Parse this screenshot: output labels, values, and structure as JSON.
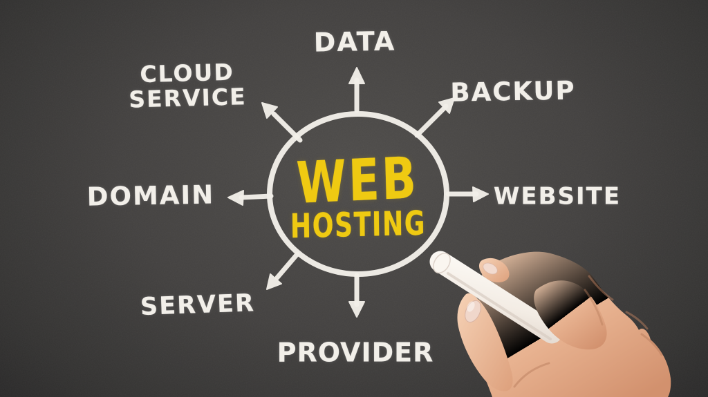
{
  "diagram": {
    "title": "Web hosting mind map hand-drawn on a dark chalkboard",
    "type": "mindmap",
    "center": {
      "line1": "WEB",
      "line2": "HOSTING"
    },
    "nodes": {
      "data": {
        "label": "DATA",
        "direction": "up"
      },
      "backup": {
        "label": "BACKUP",
        "direction": "up-right"
      },
      "website": {
        "label": "WEBSITE",
        "direction": "right"
      },
      "provider": {
        "label": "PROVIDER",
        "direction": "down"
      },
      "server": {
        "label": "SERVER",
        "direction": "down-left"
      },
      "domain": {
        "label": "DOMAIN",
        "direction": "left"
      },
      "cloud_service": {
        "label": "CLOUD\nSERVICE",
        "direction": "up-left"
      }
    },
    "colors": {
      "background_center": "#4e4c4a",
      "background_edge": "#1a191a",
      "chalk_white": "#f2efe9",
      "accent_yellow": "#efca12",
      "skin_light": "#f2c8ab",
      "skin_shadow": "#d69c79",
      "chalk_stick": "#f7f2ec"
    },
    "objects": {
      "hand": "hand holding a piece of white chalk, entering from bottom-right",
      "chalk_tip_near": "bottom-right edge of center circle"
    }
  }
}
